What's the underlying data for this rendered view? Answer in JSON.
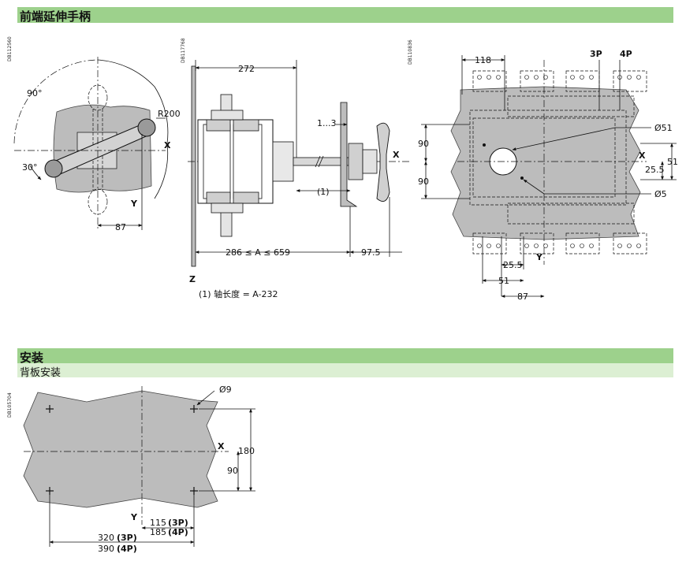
{
  "section1": {
    "title": "前端延伸手柄"
  },
  "section2": {
    "title": "安装",
    "subtitle": "背板安装"
  },
  "codes": {
    "c1": "DB112560",
    "c2": "DB117768",
    "c3": "DB110836",
    "c4": "DB105704"
  },
  "fig1": {
    "angle1": "90°",
    "angle2": "30°",
    "radius": "R200",
    "x_label": "X",
    "y_label": "Y",
    "dim_87": "87"
  },
  "fig2": {
    "dim_272": "272",
    "dim_gap": "1...3",
    "x_label": "X",
    "dim_ref": "(1)",
    "dim_range": "286 ≤ A ≤ 659",
    "dim_975": "97.5",
    "z_label": "Z",
    "note": "(1) 轴长度 = A-232"
  },
  "fig3": {
    "dim_118": "118",
    "p3": "3P",
    "p4": "4P",
    "d51": "Ø51",
    "dim_90a": "90",
    "dim_90b": "90",
    "x_label": "X",
    "dim_51": "51",
    "dim_255r": "25.5",
    "d5": "Ø5",
    "dim_255b": "25.5",
    "y_label": "Y",
    "dim_51b": "51",
    "dim_87": "87"
  },
  "fig4": {
    "d9": "Ø9",
    "x_label": "X",
    "dim_180": "180",
    "dim_90": "90",
    "y_label": "Y",
    "dim_115": "115",
    "p3": "(3P)",
    "dim_185": "185",
    "p4": "(4P)",
    "dim_320": "320",
    "dim_390": "390"
  }
}
